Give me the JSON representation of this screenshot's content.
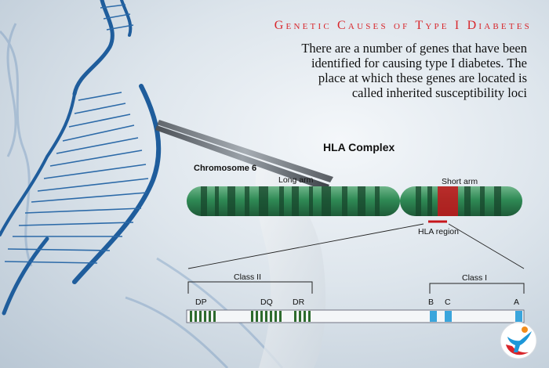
{
  "header": {
    "title": "Genetic Causes of Type I Diabetes",
    "description": "There are a number of genes that have been identified for causing type I diabetes. The place at which these genes are located is called inherited susceptibility loci"
  },
  "diagram": {
    "title": "HLA Complex",
    "chromosome_label": "Chromosome 6",
    "long_arm_label": "Long arm",
    "short_arm_label": "Short arm",
    "region_label": "HLA region",
    "class2_label": "Class II",
    "class1_label": "Class I",
    "genes": {
      "dp": "DP",
      "dq": "DQ",
      "dr": "DR",
      "b": "B",
      "c": "C",
      "a": "A"
    }
  },
  "colors": {
    "title_red": "#d8262b",
    "chromosome_green": "#2f8a55",
    "hla_red": "#c7151b",
    "class2_green": "#2e6b2e",
    "class1_blue": "#3aa5dc"
  },
  "icons": {
    "logo": "person-logo-icon"
  }
}
